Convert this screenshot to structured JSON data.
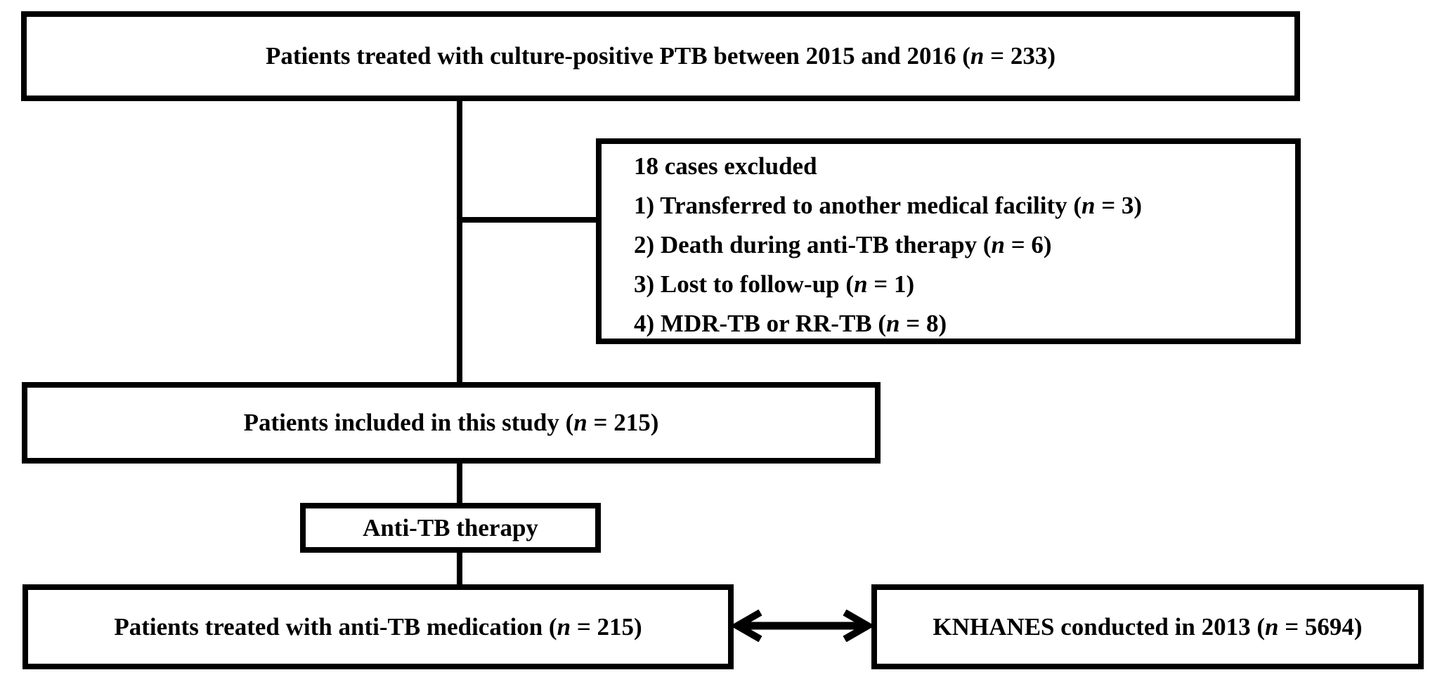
{
  "figure": {
    "background_color": "#ffffff",
    "ink_color": "#000000",
    "source_box": {
      "prefix": "Patients treated with culture-positive PTB between 2015 and 2016 (",
      "n": "n",
      "suffix": " = 233)"
    },
    "excluded_box": {
      "title": "18 cases excluded",
      "items": [
        {
          "prefix": "1) Transferred to another medical facility (",
          "n": "n",
          "suffix": " = 3)"
        },
        {
          "prefix": "2) Death during anti-TB therapy (",
          "n": "n",
          "suffix": " = 6)"
        },
        {
          "prefix": "3) Lost to follow-up (",
          "n": "n",
          "suffix": " = 1)"
        },
        {
          "prefix": "4) MDR-TB or RR-TB (",
          "n": "n",
          "suffix": " = 8)"
        }
      ]
    },
    "included_box": {
      "prefix": "Patients included in this study (",
      "n": "n",
      "suffix": " = 215)"
    },
    "therapy_box": {
      "label": "Anti-TB therapy"
    },
    "treated_box": {
      "prefix": "Patients treated with anti-TB medication (",
      "n": "n",
      "suffix": " = 215)"
    },
    "knhanes_box": {
      "prefix": "KNHANES conducted in 2013 (",
      "n": "n",
      "suffix": " = 5694)"
    }
  }
}
